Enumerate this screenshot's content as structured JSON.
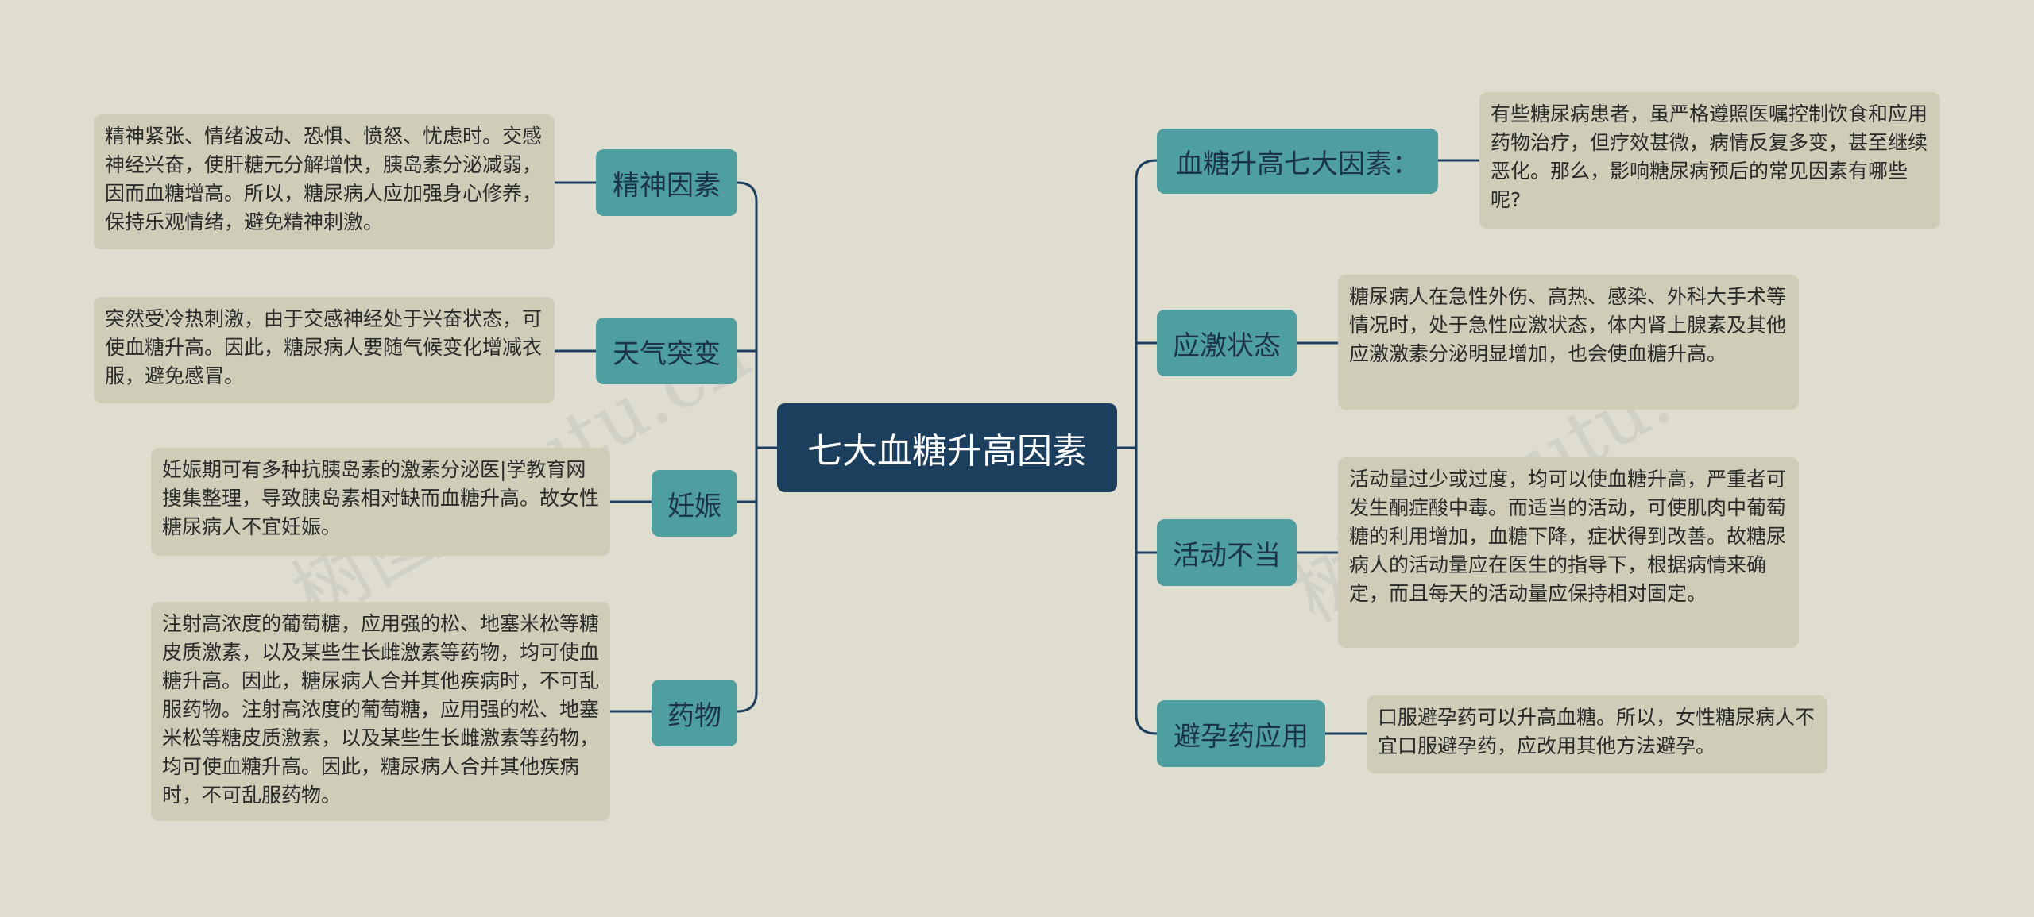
{
  "root": {
    "label": "七大血糖升高因素"
  },
  "left": [
    {
      "label": "精神因素",
      "note": "精神紧张、情绪波动、恐惧、愤怒、忧虑时。交感神经兴奋，使肝糖元分解增快，胰岛素分泌减弱，因而血糖增高。所以，糖尿病人应加强身心修养，保持乐观情绪，避免精神刺激。"
    },
    {
      "label": "天气突变",
      "note": "突然受冷热刺激，由于交感神经处于兴奋状态，可使血糖升高。因此，糖尿病人要随气候变化增减衣服，避免感冒。"
    },
    {
      "label": "妊娠",
      "note": "妊娠期可有多种抗胰岛素的激素分泌医|学教育网搜集整理，导致胰岛素相对缺而血糖升高。故女性糖尿病人不宜妊娠。"
    },
    {
      "label": "药物",
      "note": "注射高浓度的葡萄糖，应用强的松、地塞米松等糖皮质激素，以及某些生长雌激素等药物，均可使血糖升高。因此，糖尿病人合并其他疾病时，不可乱服药物。注射高浓度的葡萄糖，应用强的松、地塞米松等糖皮质激素，以及某些生长雌激素等药物，均可使血糖升高。因此，糖尿病人合并其他疾病时，不可乱服药物。"
    }
  ],
  "right": [
    {
      "label": "血糖升高七大因素：",
      "note": "有些糖尿病患者，虽严格遵照医嘱控制饮食和应用药物治疗，但疗效甚微，病情反复多变，甚至继续恶化。那么，影响糖尿病预后的常见因素有哪些呢?"
    },
    {
      "label": "应激状态",
      "note": "糖尿病人在急性外伤、高热、感染、外科大手术等情况时，处于急性应激状态，体内肾上腺素及其他应激激素分泌明显增加，也会使血糖升高。"
    },
    {
      "label": "活动不当",
      "note": "活动量过少或过度，均可以使血糖升高，严重者可发生酮症酸中毒。而适当的活动，可使肌肉中葡萄糖的利用增加，血糖下降，症状得到改善。故糖尿病人的活动量应在医生的指导下，根据病情来确定，而且每天的活动量应保持相对固定。"
    },
    {
      "label": "避孕药应用",
      "note": "口服避孕药可以升高血糖。所以，女性糖尿病人不宜口服避孕药，应改用其他方法避孕。"
    }
  ],
  "watermark": {
    "left": "树图 shutu.cn",
    "right": "树图 shutu.cn"
  },
  "colors": {
    "background": "#deddd0",
    "root": "#1d3f5e",
    "topic": "#4f9ea0",
    "note": "#cfcdb8",
    "line": "#1d3f5e"
  }
}
